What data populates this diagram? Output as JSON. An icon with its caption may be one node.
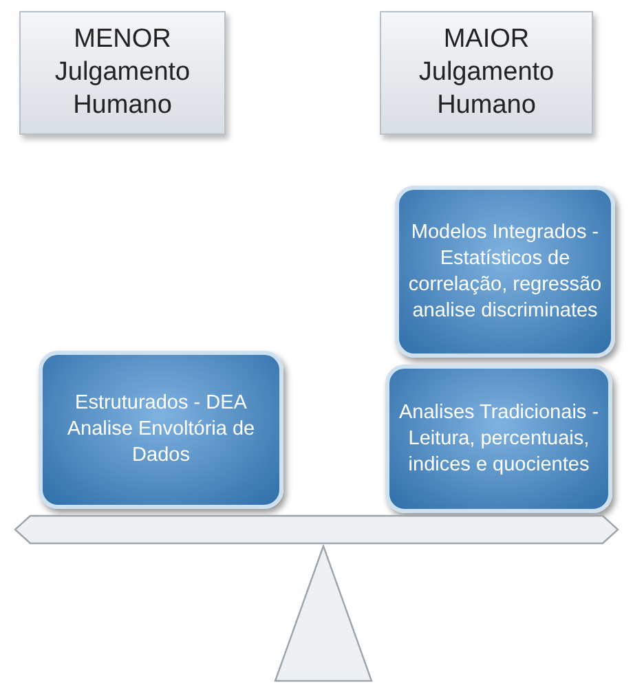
{
  "diagram": {
    "nodes": [
      {
        "text": [
          "MENOR Julgamento Humano"
        ]
      },
      {
        "text": [
          "MAIOR Julgamento Humano"
        ]
      },
      {
        "text": [
          "Modelos Integrados - Estatísticos de correlação, regressão analise discriminates"
        ]
      },
      {
        "text": [
          "Estruturados - DEA Analise Envoltória de Dados"
        ]
      },
      {
        "text": [
          "Analises Tradicionais - Leitura, percentuais, indices e quocientes"
        ]
      },
      {
        "text": [],
        "shape": "bar"
      },
      {
        "text": [],
        "shape": "triangle"
      }
    ],
    "edges": []
  }
}
